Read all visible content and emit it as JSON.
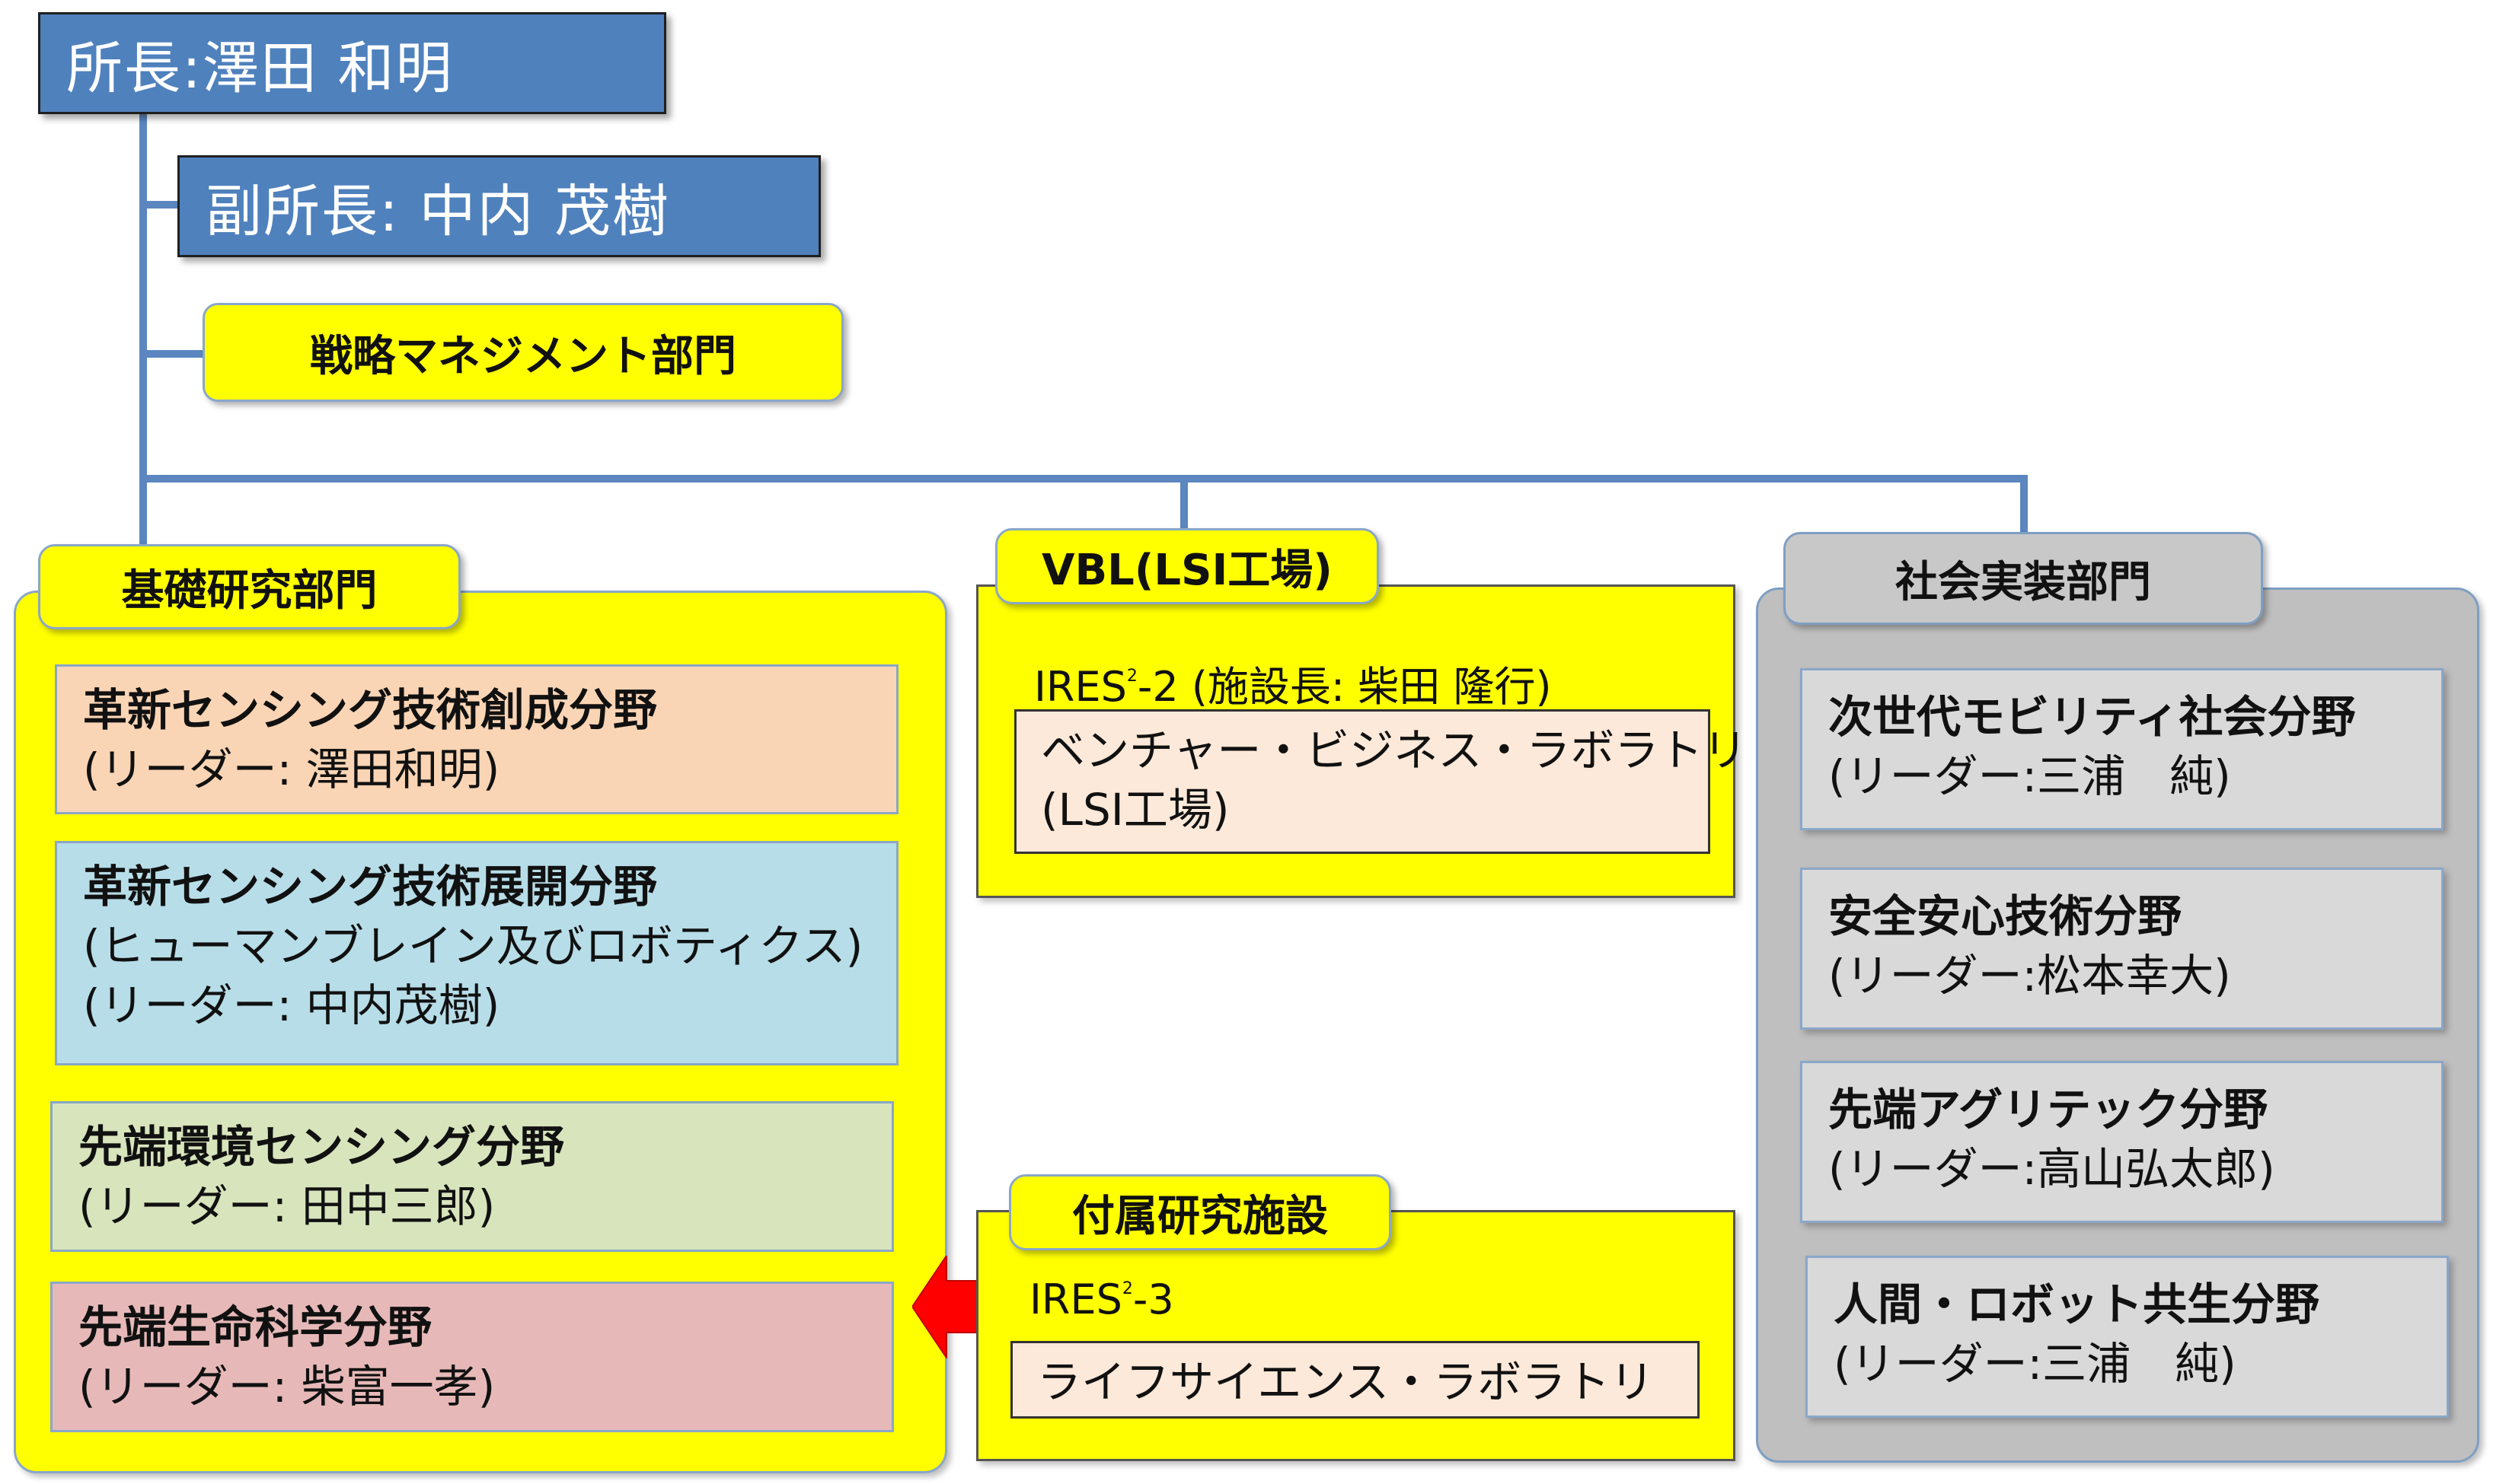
{
  "director": {
    "label": "所長:澤田 和明"
  },
  "vice_director": {
    "label": "副所長: 中内 茂樹"
  },
  "strategy": {
    "label": "戦略マネジメント部門"
  },
  "basic_research": {
    "label": "基礎研究部門",
    "fields": [
      {
        "title": "革新センシング技術創成分野",
        "lines": [
          "(リーダー: 澤田和明)"
        ],
        "color": "#fad5b5"
      },
      {
        "title": "革新センシング技術展開分野",
        "lines": [
          "(ヒューマンブレイン及びロボティクス)",
          "(リーダー: 中内茂樹)"
        ],
        "color": "#b7dde8"
      },
      {
        "title": "先端環境センシング分野",
        "lines": [
          "(リーダー: 田中三郎)"
        ],
        "color": "#d8e4bc"
      },
      {
        "title": "先端生命科学分野",
        "lines": [
          "(リーダー: 柴富一孝)"
        ],
        "color": "#e6b9b8"
      }
    ]
  },
  "vbl": {
    "label": "VBL(LSI工場)",
    "ires_prefix": "IRES",
    "ires_sup": "2",
    "ires_suffix": "-2 (施設長: 柴田 隆行)",
    "facility_lines": [
      "ベンチャー・ビジネス・ラボラトリ",
      "(LSI工場)"
    ]
  },
  "attached": {
    "label": "付属研究施設",
    "ires_prefix": "IRES",
    "ires_sup": "2",
    "ires_suffix": "-3",
    "facility": "ライフサイエンス・ラボラトリ"
  },
  "social": {
    "label": "社会実装部門",
    "fields": [
      {
        "title": "次世代モビリティ社会分野",
        "leader": "(リーダー:三浦　純)"
      },
      {
        "title": "安全安心技術分野",
        "leader": "(リーダー:松本幸大)"
      },
      {
        "title": "先端アグリテック分野",
        "leader": "(リーダー:高山弘太郎)"
      },
      {
        "title": "人間・ロボット共生分野",
        "leader": "(リーダー:三浦　純)"
      }
    ]
  },
  "colors": {
    "blue": "#4f81bd",
    "yellow": "#ffff00",
    "gray": "#bfbfbf",
    "arrow": "#ff0000",
    "connector": "#5b86bf"
  }
}
